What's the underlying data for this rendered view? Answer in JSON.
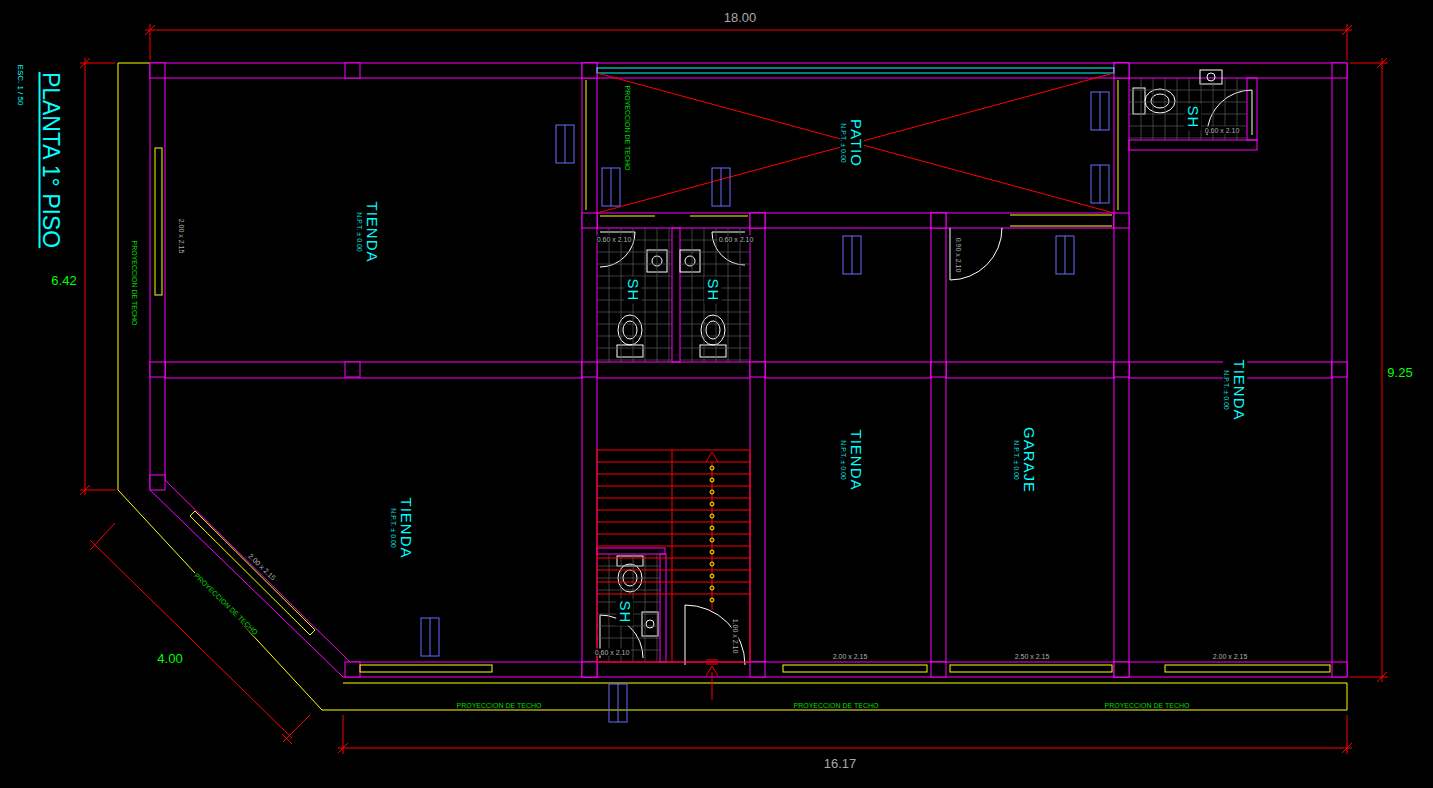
{
  "diagram": {
    "title": "PLANTA 1° PISO",
    "nodes": [
      {
        "text": [
          "TIENDA",
          "N.P.T. ± 0.00"
        ]
      },
      {
        "text": [
          "PATIO",
          "N.P.T. ± 0.00"
        ]
      },
      {
        "text": [
          "SH"
        ]
      },
      {
        "text": [
          "SH"
        ]
      },
      {
        "text": [
          "SH"
        ]
      },
      {
        "text": [
          "TIENDA",
          "N.P.T. ± 0.00"
        ]
      },
      {
        "text": [
          "TIENDA",
          "N.P.T. ± 0.00"
        ]
      },
      {
        "text": [
          "GARAJE",
          "N.P.T. ± 0.00"
        ]
      },
      {
        "text": [
          "TIENDA",
          "N.P.T. ± 0.00"
        ]
      },
      {
        "text": [
          "SH"
        ]
      }
    ],
    "labels": [
      "ESC. 1 / 50",
      "18.00",
      "6.42",
      "9.25",
      "4.00",
      "16.17",
      "PROYECCION DE TECHO",
      "PROYECCION DE TECHO",
      "PROYECCION DE TECHO",
      "PROYECCION DE TECHO",
      "PROYECCION DE TECHO",
      "PROYECCION DE TECHO",
      "2.00 x 2.15",
      "2.00 x 2.15",
      "2.00 x 2.15",
      "2.50 x 2.15",
      "2.00 x 2.15",
      "0.60 x 2.10",
      "0.60 x 2.10",
      "0.90 x 2.10",
      "0.60 x 2.10",
      "0.60 x 2.10",
      "1.00 x 2.10"
    ]
  }
}
